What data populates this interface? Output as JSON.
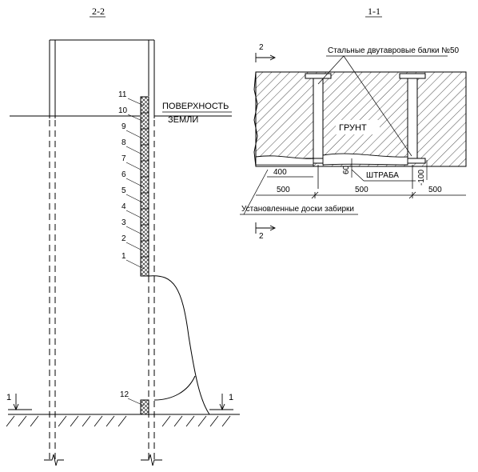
{
  "section_left": {
    "title": "2-2",
    "ground_label_line1": "ПОВЕРХНОСТЬ",
    "ground_label_line2": "ЗЕМЛИ",
    "board_numbers": [
      "1",
      "2",
      "3",
      "4",
      "5",
      "6",
      "7",
      "8",
      "9",
      "10",
      "11"
    ],
    "bottom_board_number": "12",
    "section_marker": "1"
  },
  "section_right": {
    "title": "1-1",
    "beams_label": "Стальные двутавровые балки №50",
    "soil_label": "ГРУНТ",
    "groove_label": "ШТРАБА",
    "boards_label": "Установленные доски забирки",
    "dim_400": "400",
    "dim_60": "60",
    "dim_100": "-100",
    "dimensions": [
      "500",
      "500",
      "500"
    ],
    "section_marker": "2"
  }
}
